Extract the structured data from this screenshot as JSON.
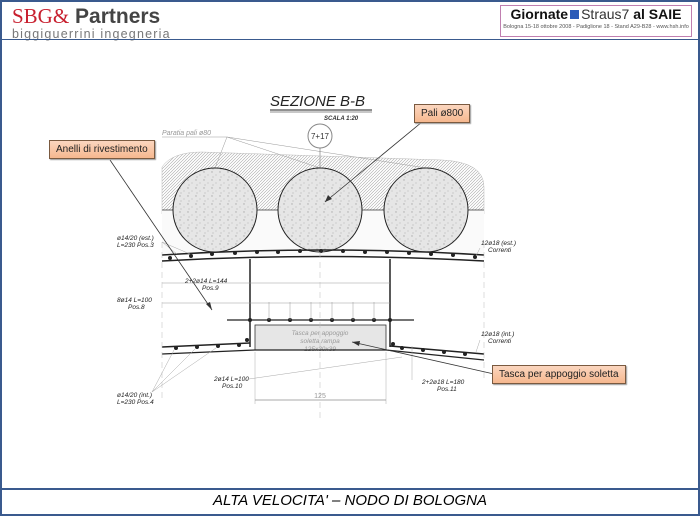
{
  "header": {
    "logo_left_main": "SBG& Partners",
    "logo_left_brand": "SBG&",
    "logo_left_partners": "Partners",
    "logo_left_sub": "biggiguerrini ingegneria",
    "logo_right_a": "Giornate",
    "logo_right_b": "Straus7",
    "logo_right_c": "al SAIE",
    "logo_right_sub": "Bologna 15-18 ottobre 2008 - Padiglione 18 - Stand A29-B28 - www.hsh.info"
  },
  "drawing": {
    "title": "SEZIONE B-B",
    "scale": "SCALA 1:20",
    "paratia": "Paratia pali ø80",
    "marker": "7+17",
    "labels": {
      "pos3a": "ø14/20 (est.)",
      "pos3b": "L=230 Pos.3",
      "pos9a": "2+2ø14 L=144",
      "pos9b": "Pos.9",
      "pos8a": "8ø14 L=100",
      "pos8b": "Pos.8",
      "pos4a": "ø14/20 (int.)",
      "pos4b": "L=230 Pos.4",
      "pos10a": "2ø14 L=100",
      "pos10b": "Pos.10",
      "pos11a": "2+2ø18 L=180",
      "pos11b": "Pos.11",
      "corr_est_a": "12ø18 (est.)",
      "corr_est_b": "Correnti",
      "corr_int_a": "12ø18 (int.)",
      "corr_int_b": "Correnti",
      "tasca1": "Tasca per appoggio",
      "tasca2": "soletta rampa",
      "tasca3": "125x30x39",
      "dim": "125"
    }
  },
  "callouts": {
    "anelli": "Anelli di rivestimento",
    "pali": "Pali ø800",
    "tasca": "Tasca per appoggio soletta"
  },
  "footer": {
    "title": "ALTA VELOCITA' – NODO DI BOLOGNA"
  }
}
